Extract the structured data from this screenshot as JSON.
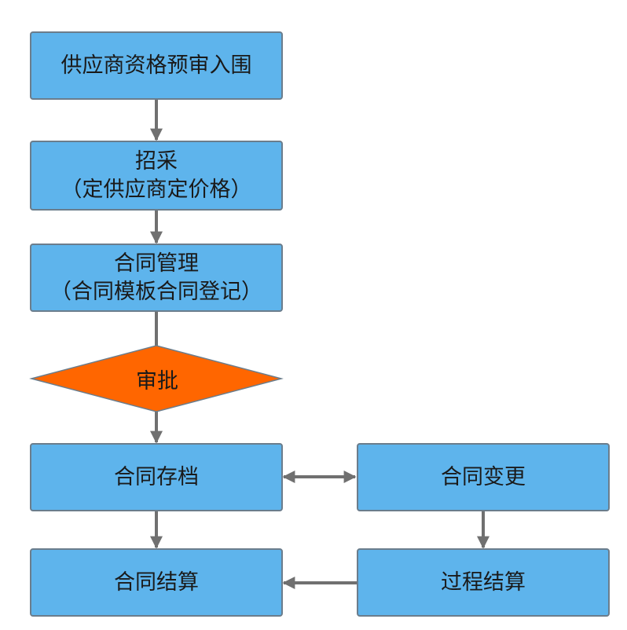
{
  "colors": {
    "box_fill": "#5eb4ec",
    "box_border": "#6b7d8c",
    "decision_fill": "#ff6600",
    "connector": "#707070",
    "text": "#1a1a1a"
  },
  "nodes": {
    "prequalify": {
      "line1": "供应商资格预审入围"
    },
    "procure": {
      "line1": "招采",
      "line2": "（定供应商定价格）"
    },
    "contract_mgmt": {
      "line1": "合同管理",
      "line2": "（合同模板合同登记）"
    },
    "approve": {
      "label": "审批"
    },
    "archive": {
      "label": "合同存档"
    },
    "change": {
      "label": "合同变更"
    },
    "settle": {
      "label": "合同结算"
    },
    "process_settle": {
      "label": "过程结算"
    }
  }
}
